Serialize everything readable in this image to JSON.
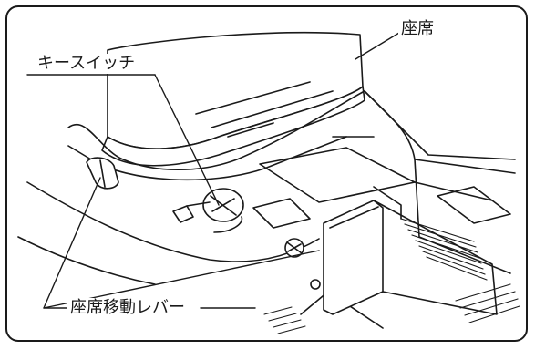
{
  "callouts": {
    "seat": "座席",
    "key_switch": "キースイッチ",
    "seat_lever": "座席移動レバー"
  }
}
